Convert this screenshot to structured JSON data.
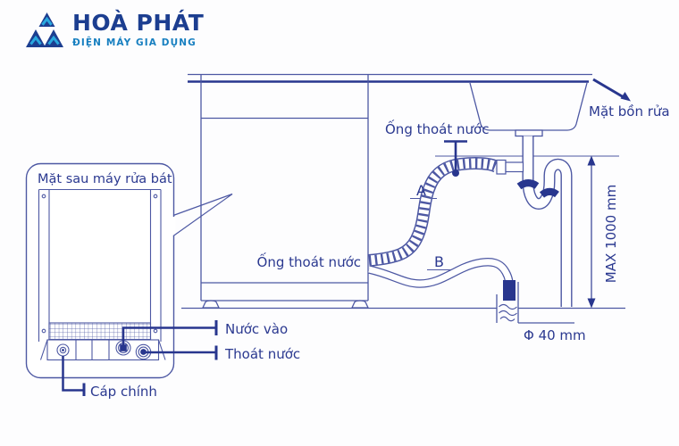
{
  "brand": {
    "name": "HOÀ PHÁT",
    "tagline": "ĐIỆN MÁY GIA DỤNG"
  },
  "colors": {
    "diagram_line": "#4d58a3",
    "label_text": "#2b3990",
    "accent_navy": "#28368e",
    "logo_navy": "#1c3e90",
    "logo_light_blue": "#29a8df",
    "tagline_blue": "#177fc0"
  },
  "callout": {
    "title": "Mặt sau máy rửa bát",
    "labels": {
      "water_inlet": "Nước vào",
      "water_drain": "Thoát nước",
      "main_cable": "Cáp chính"
    }
  },
  "diagram": {
    "labels": {
      "drain_hose_sink": "Ống thoát nước",
      "drain_hose_outlet": "Ống thoát nước",
      "sink_surface": "Mặt bồn rửa",
      "hose_a": "A",
      "hose_b": "B",
      "max_height": "MAX 1000 mm",
      "standpipe_diameter": "Φ 40 mm"
    }
  }
}
